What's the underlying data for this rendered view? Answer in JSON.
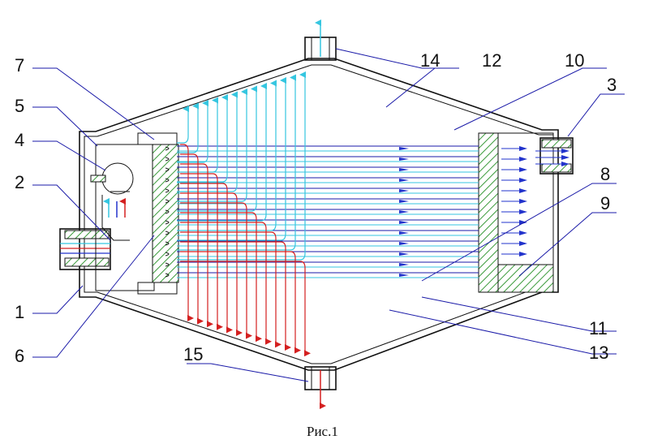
{
  "figure": {
    "caption": "Рис.1",
    "labels": [
      "1",
      "2",
      "3",
      "4",
      "5",
      "6",
      "7",
      "8",
      "9",
      "10",
      "11",
      "12",
      "13",
      "14",
      "15"
    ]
  },
  "colors": {
    "outline": "#111111",
    "hatch": "#3a9a3a",
    "cold_flow": "#35c6e0",
    "hot_flow": "#d42020",
    "tube_flow": "#2233cc",
    "leader": "#1a1aa8"
  }
}
